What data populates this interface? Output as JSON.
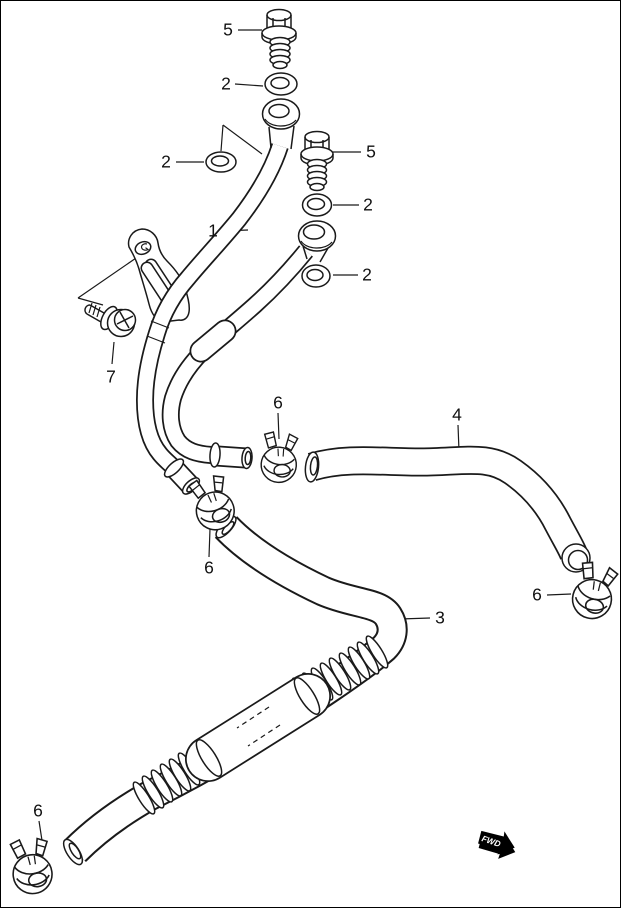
{
  "diagram": {
    "type": "exploded-parts-line-drawing",
    "background": "#ffffff",
    "line_color": "#1a1a1a",
    "fwd_arrow": {
      "label": "FWD",
      "fill": "#000000",
      "text_color": "#ffffff"
    },
    "callouts": [
      {
        "id": "callout-5-top",
        "label": "5"
      },
      {
        "id": "callout-2-top",
        "label": "2"
      },
      {
        "id": "callout-2-left",
        "label": "2"
      },
      {
        "id": "callout-5-right",
        "label": "5"
      },
      {
        "id": "callout-2-right-upper",
        "label": "2"
      },
      {
        "id": "callout-1-hose",
        "label": "1"
      },
      {
        "id": "callout-2-right-lower",
        "label": "2"
      },
      {
        "id": "callout-7-bolt",
        "label": "7"
      },
      {
        "id": "callout-6-clamp-mid-upper",
        "label": "6"
      },
      {
        "id": "callout-6-clamp-mid-lower",
        "label": "6"
      },
      {
        "id": "callout-4-hose",
        "label": "4"
      },
      {
        "id": "callout-6-clamp-right",
        "label": "6"
      },
      {
        "id": "callout-3-hose",
        "label": "3"
      },
      {
        "id": "callout-6-clamp-bottom",
        "label": "6"
      }
    ]
  }
}
